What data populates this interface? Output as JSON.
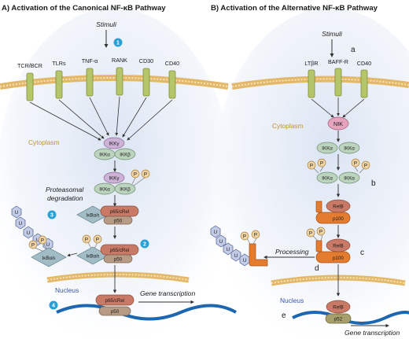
{
  "panel_a": {
    "title": "A) Activation of the Canonical NF-κB Pathway",
    "stimuli": "Stimuli",
    "receptors": [
      "TCR/BCR",
      "TLRs",
      "TNF-α",
      "RANK",
      "CD30",
      "CD40"
    ],
    "cytoplasm": "Cytoplasm",
    "nucleus": "Nucleus",
    "ikk_gamma": "IKKγ",
    "ikk_alpha": "IKKα",
    "ikk_beta": "IKKβ",
    "phospho": "P",
    "p65_crel": "p65/cRel",
    "p50": "p50",
    "ikb": "IκBα/ε",
    "ubiquitin": "U",
    "proteasomal_line1": "Proteasomal",
    "proteasomal_line2": "degradation",
    "gene_transcription": "Gene transcription",
    "steps": [
      "1",
      "2",
      "3",
      "4"
    ]
  },
  "panel_b": {
    "title": "B) Activation of the Alternative NF-κB Pathway",
    "stimuli": "Stimuli",
    "receptors": [
      "LTβR",
      "BAFF-R",
      "CD40"
    ],
    "cytoplasm": "Cytoplasm",
    "nucleus": "Nucleus",
    "nik": "NIK",
    "ikk_alpha": "IKKα",
    "phospho": "P",
    "relb": "RelB",
    "p100": "p100",
    "p52": "p52",
    "ubiquitin": "U",
    "processing": "Processing",
    "gene_transcription": "Gene transcription",
    "letters": [
      "a",
      "b",
      "c",
      "d",
      "e"
    ]
  },
  "colors": {
    "membrane": "#e3b868",
    "receptor": "#b5c66a",
    "ikk_gamma": "#cdb2d6",
    "ikk_ab": "#bcd3be",
    "phospho": "#f1d4a4",
    "rel_protein": "#c97a67",
    "p50": "#b79b85",
    "ikb": "#a2bcc6",
    "nik": "#e6a4bc",
    "p100": "#e47c30",
    "p52": "#a7a06d",
    "dna": "#1c67b0",
    "badge": "#2aa1d6"
  }
}
